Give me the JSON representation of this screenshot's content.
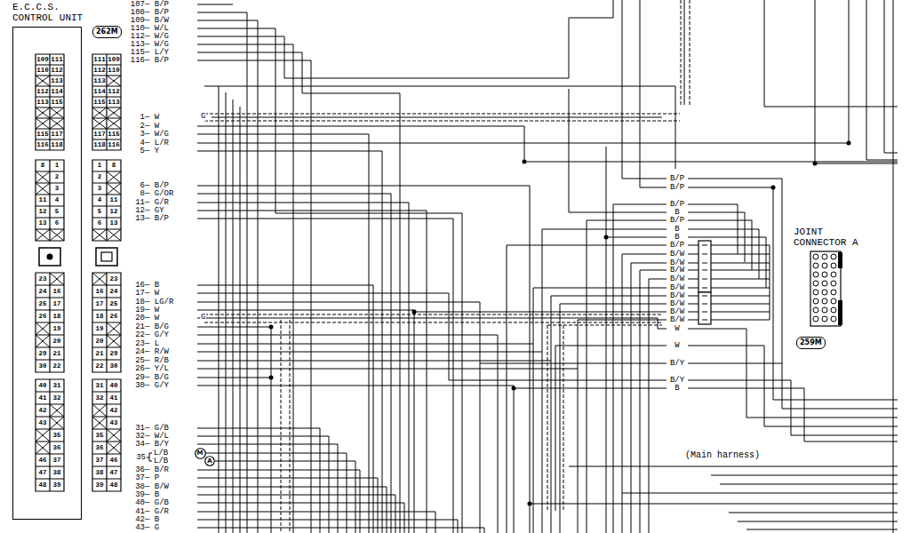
{
  "diagram": {
    "nodes": [
      {
        "text": [
          "E.C.C.S. CONTROL UNIT"
        ]
      },
      {
        "text": [
          "262M"
        ]
      },
      {
        "text": [
          "JOINT CONNECTOR A"
        ]
      },
      {
        "text": [
          "259M"
        ]
      },
      {
        "text": [
          "M"
        ]
      },
      {
        "text": [
          "A"
        ]
      }
    ],
    "labels": [
      "107— B/P",
      "108— B/P",
      "109— B/W",
      "110— W/L",
      "112— W/G",
      "113— W/G",
      "115— L/Y",
      "116— B/P",
      "1— W",
      "2— W",
      "3— W/G",
      "4— L/R",
      "5— Y",
      "6— B/P",
      "8— G/OR",
      "11— G/R",
      "12— GY",
      "13— B/P",
      "16— B",
      "17— W",
      "18— LG/R",
      "19— W",
      "20— W",
      "21— B/G",
      "22— G/Y",
      "23— L",
      "24— R/W",
      "25— R/B",
      "26— Y/L",
      "29— B/G",
      "30— G/Y",
      "31— G/B",
      "32— W/L",
      "34— B/Y",
      "36— B/R",
      "37— P",
      "38— B/W",
      "39— B",
      "40— G/B",
      "41— G/R",
      "42— B",
      "43— G",
      "35",
      "L/B",
      "L/B",
      "G",
      "G",
      "B/P",
      "B/P",
      "B/P",
      "B",
      "B/P",
      "B",
      "B",
      "B/P",
      "B/W",
      "B/W",
      "B/W",
      "B/W",
      "B/W",
      "B/W",
      "B/W",
      "B/W",
      "B/W",
      "W",
      "W",
      "B/Y",
      "B/Y",
      "B",
      "(Main harness)",
      "109",
      "111",
      "110",
      "112",
      "113",
      "112",
      "114",
      "113",
      "115",
      "115",
      "117",
      "116",
      "118",
      "8",
      "1",
      "2",
      "3",
      "11",
      "4",
      "12",
      "5",
      "13",
      "6",
      "23",
      "24",
      "16",
      "25",
      "17",
      "26",
      "18",
      "19",
      "20",
      "29",
      "21",
      "30",
      "22",
      "40",
      "31",
      "41",
      "32",
      "42",
      "43",
      "35",
      "36",
      "46",
      "37",
      "47",
      "38",
      "48",
      "39",
      "111",
      "109",
      "112",
      "110",
      "113",
      "114",
      "112",
      "115",
      "113",
      "117",
      "115",
      "118",
      "116",
      "1",
      "8",
      "2",
      "3",
      "4",
      "11",
      "5",
      "12",
      "6",
      "13",
      "23",
      "16",
      "24",
      "17",
      "25",
      "18",
      "26",
      "19",
      "20",
      "21",
      "29",
      "22",
      "30",
      "31",
      "40",
      "32",
      "41",
      "42",
      "43",
      "35",
      "36",
      "37",
      "46",
      "38",
      "47",
      "39",
      "48"
    ]
  }
}
